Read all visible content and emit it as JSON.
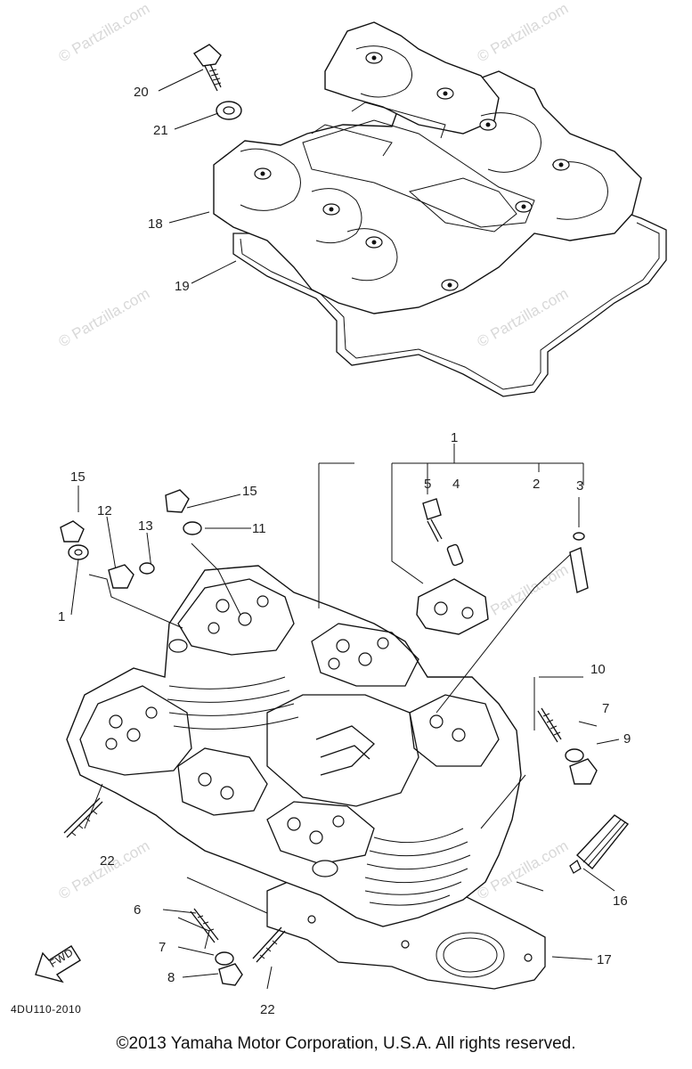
{
  "watermark_text": "© Partzilla.com",
  "diagram_code": "4DU110-2010",
  "fwd_label": "FWD",
  "copyright": "©2013 Yamaha Motor Corporation, U.S.A. All rights reserved.",
  "callouts": {
    "c1": "1",
    "c2": "2",
    "c3": "3",
    "c4": "4",
    "c5": "5",
    "c6": "6",
    "c7a": "7",
    "c7b": "7",
    "c8": "8",
    "c9": "9",
    "c10": "10",
    "c11": "11",
    "c12": "12",
    "c13": "13",
    "c15a": "15",
    "c15b": "15",
    "c16": "16",
    "c17": "17",
    "c18": "18",
    "c19": "19",
    "c20": "20",
    "c21": "21",
    "c22a": "22",
    "c22b": "22",
    "c1_left": "1"
  }
}
